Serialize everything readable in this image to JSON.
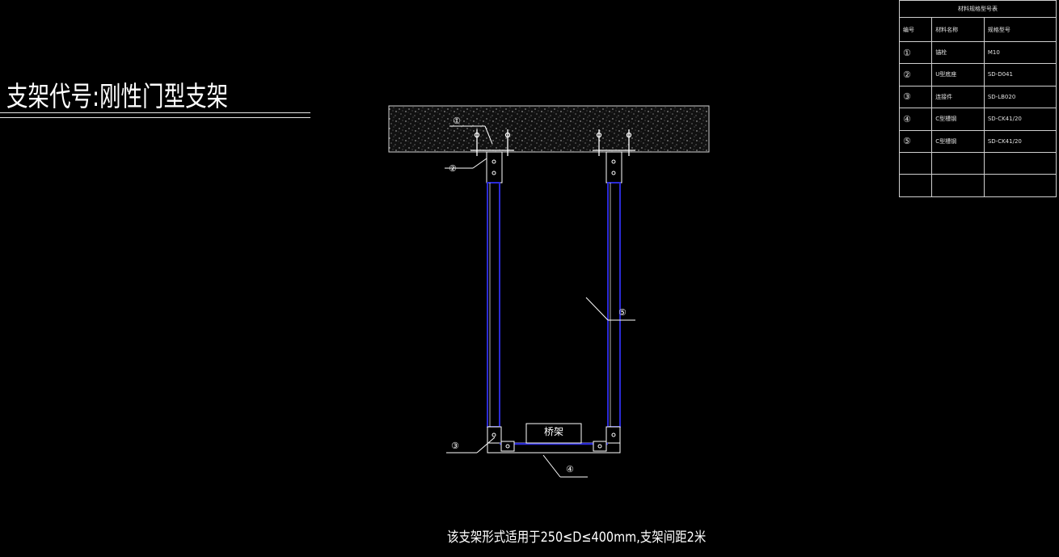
{
  "title": "支架代号:刚性门型支架",
  "note": "该支架形式适用于250≤D≤400mm,支架间距2米",
  "label_box": "桥架",
  "callouts": [
    "①",
    "②",
    "③",
    "④",
    "⑤"
  ],
  "materials_table": {
    "caption": "材料规格型号表",
    "headers": [
      "编号",
      "材料名称",
      "规格型号"
    ],
    "rows": [
      {
        "no": "①",
        "name": "锚栓",
        "spec": "M10"
      },
      {
        "no": "②",
        "name": "U型底座",
        "spec": "SD-D041"
      },
      {
        "no": "③",
        "name": "连接件",
        "spec": "SD-LB020"
      },
      {
        "no": "④",
        "name": "C型槽钢",
        "spec": "SD-CK41/20"
      },
      {
        "no": "⑤",
        "name": "C型槽钢",
        "spec": "SD-CK41/20"
      },
      {
        "no": "",
        "name": "",
        "spec": ""
      },
      {
        "no": "",
        "name": "",
        "spec": ""
      }
    ]
  },
  "colors": {
    "background": "#000000",
    "line": "#ffffff",
    "channel": "#2b2bd6",
    "concrete": "#7a7a7a"
  }
}
